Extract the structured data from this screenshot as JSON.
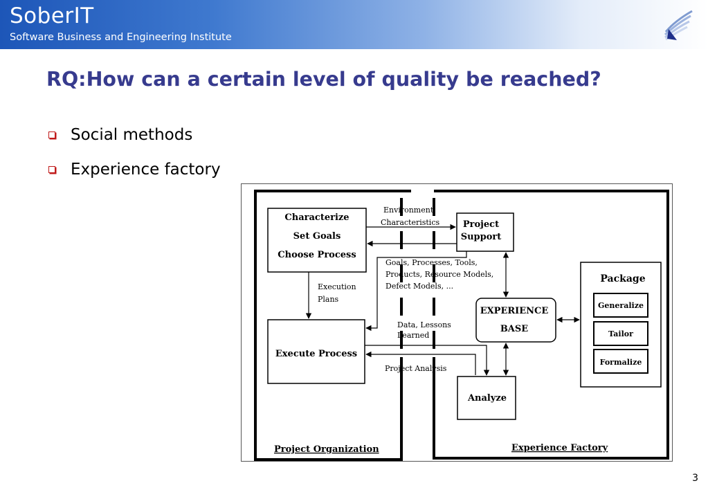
{
  "header": {
    "brand": "SoberIT",
    "subtitle": "Software Business and Engineering Institute",
    "logo_icon": "swoosh-logo-icon"
  },
  "slide": {
    "title": "RQ:How can a certain level of quality be reached?",
    "bullets": [
      "Social methods",
      "Experience factory"
    ],
    "page_number": "3"
  },
  "diagram": {
    "boxes": {
      "characterize": [
        "Characterize",
        "Set Goals",
        "Choose Process"
      ],
      "execute": "Execute Process",
      "project_support": [
        "Project",
        "Support"
      ],
      "experience_base": [
        "EXPERIENCE",
        "BASE"
      ],
      "analyze": "Analyze",
      "package": "Package",
      "generalize": "Generalize",
      "tailor": "Tailor",
      "formalize": "Formalize"
    },
    "labels": {
      "environment": [
        "Environment",
        "Characteristics"
      ],
      "execution_plans": [
        "Execution",
        "Plans"
      ],
      "goals": [
        "Goals, Processes, Tools,",
        "Products, Resource Models,",
        "Defect Models, ..."
      ],
      "data_lessons": [
        "Data, Lessons",
        "Learned"
      ],
      "project_analysis": "Project Analysis"
    },
    "regions": {
      "project_organization": "Project Organization",
      "experience_factory": "Experience Factory"
    }
  }
}
